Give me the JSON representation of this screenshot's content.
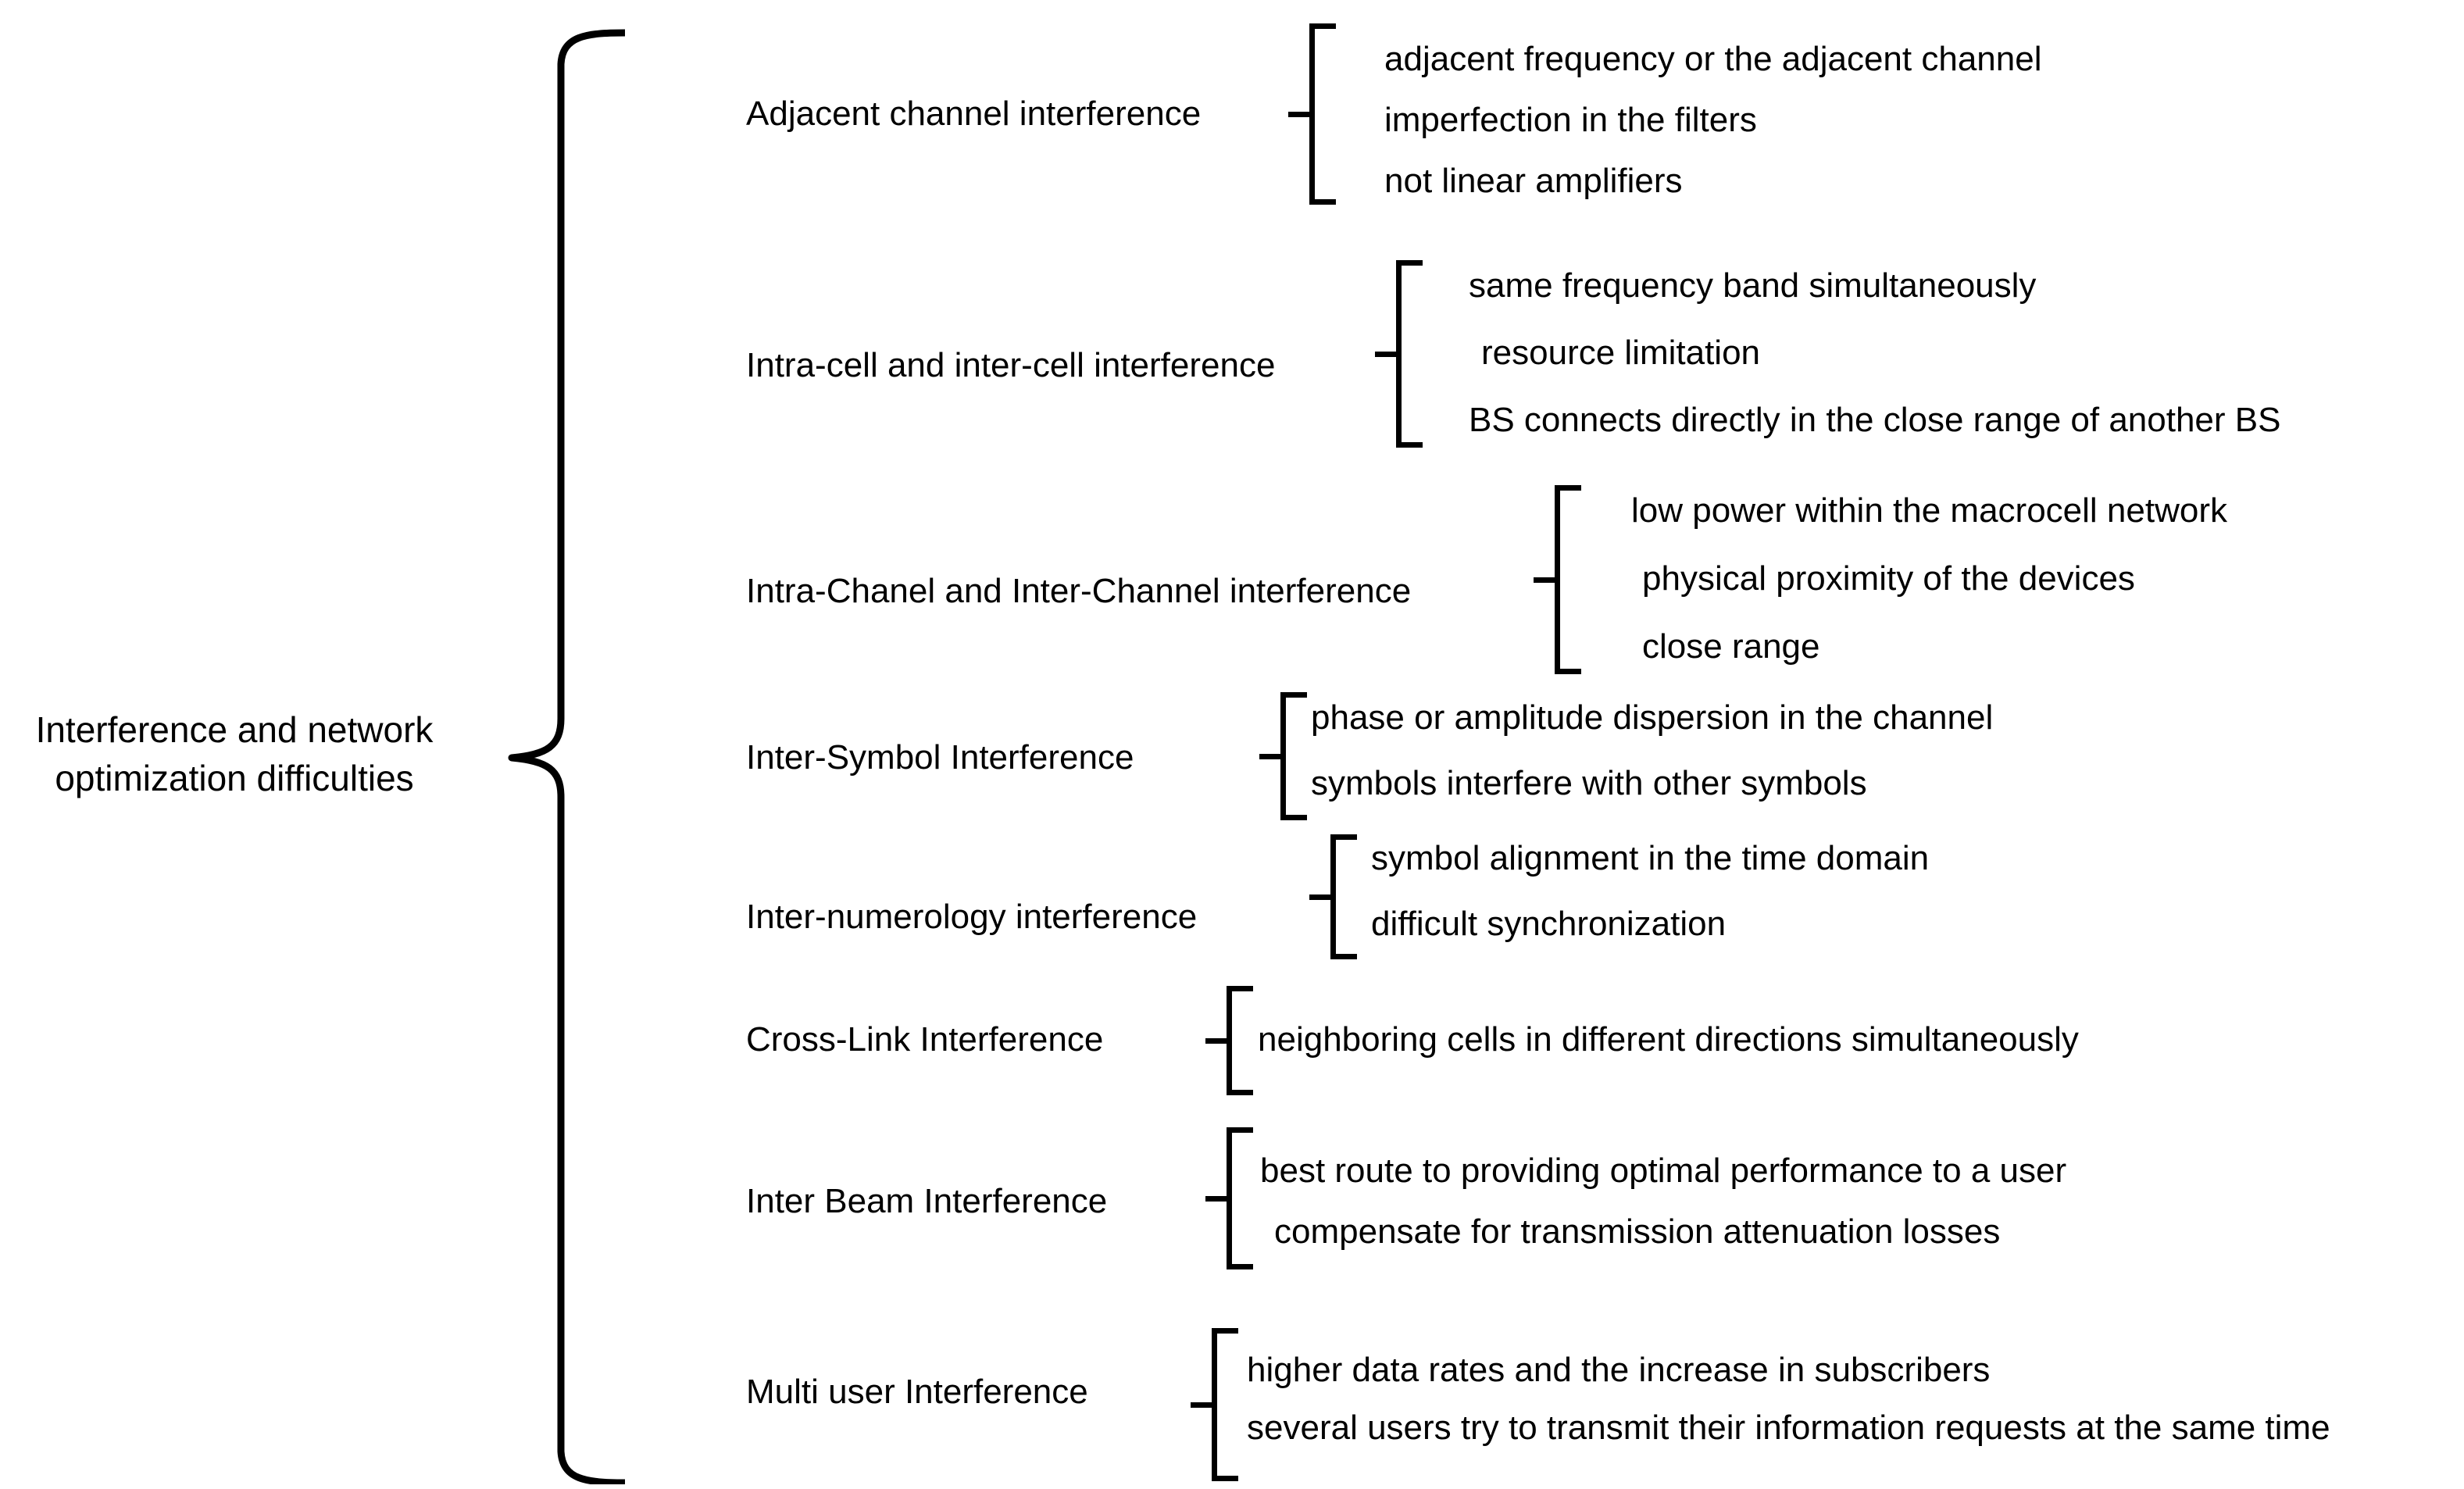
{
  "diagram": {
    "type": "bracket-tree",
    "root": {
      "lines": [
        "Interference and network",
        "optimization difficulties"
      ]
    },
    "branches": [
      {
        "label": "Adjacent channel interference",
        "children": [
          "adjacent frequency or the adjacent channel",
          "imperfection in the filters",
          "not linear amplifiers"
        ]
      },
      {
        "label": "Intra-cell and inter-cell interference",
        "children": [
          "same frequency band simultaneously",
          "resource limitation",
          "BS connects directly in the close range of another BS"
        ]
      },
      {
        "label": "Intra-Chanel and Inter-Channel interference",
        "children": [
          "low power within the macrocell network",
          "physical proximity of the devices",
          "close range"
        ]
      },
      {
        "label": "Inter-Symbol Interference",
        "children": [
          "phase or amplitude dispersion in the channel",
          "symbols interfere with other symbols"
        ]
      },
      {
        "label": "Inter-numerology interference",
        "children": [
          "symbol alignment in the time domain",
          "difficult synchronization"
        ]
      },
      {
        "label": "Cross-Link Interference",
        "children": [
          "neighboring cells in different directions simultaneously"
        ]
      },
      {
        "label": "Inter Beam Interference",
        "children": [
          "best route to providing optimal performance to a user",
          "compensate for transmission attenuation losses"
        ]
      },
      {
        "label": "Multi user Interference",
        "children": [
          "higher data rates and the increase in subscribers",
          "several users try to transmit their information requests at the same time"
        ]
      }
    ],
    "colors": {
      "stroke": "#000000",
      "background": "#ffffff",
      "text": "#000000"
    }
  }
}
